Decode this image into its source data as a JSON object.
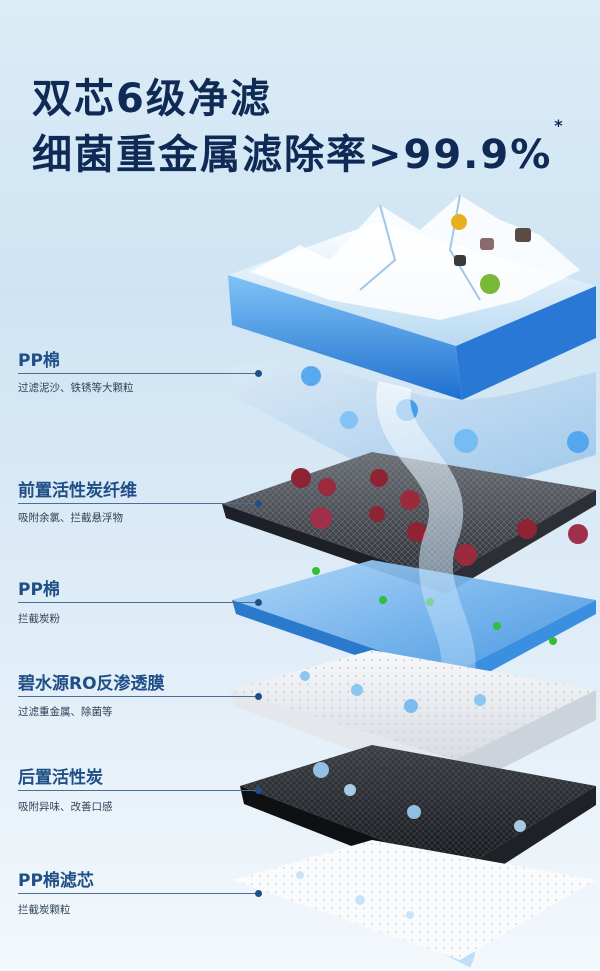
{
  "headline": {
    "line1": "双芯6级净滤",
    "line2": "细菌重金属滤除率>99.9%",
    "footnote_mark": "*"
  },
  "layers": [
    {
      "title": "PP棉",
      "desc": "过滤泥沙、铁锈等大颗粒"
    },
    {
      "title": "前置活性炭纤维",
      "desc": "吸附余氯、拦截悬浮物"
    },
    {
      "title": "PP棉",
      "desc": "拦截炭粉"
    },
    {
      "title": "碧水源RO反渗透膜",
      "desc": "过滤重金属、除菌等"
    },
    {
      "title": "后置活性炭",
      "desc": "吸附异味、改善口感"
    },
    {
      "title": "PP棉滤芯",
      "desc": "拦截炭颗粒"
    }
  ],
  "colors": {
    "title": "#1f4f86",
    "headline": "#0f2a55",
    "accent": "#2f86d9"
  }
}
